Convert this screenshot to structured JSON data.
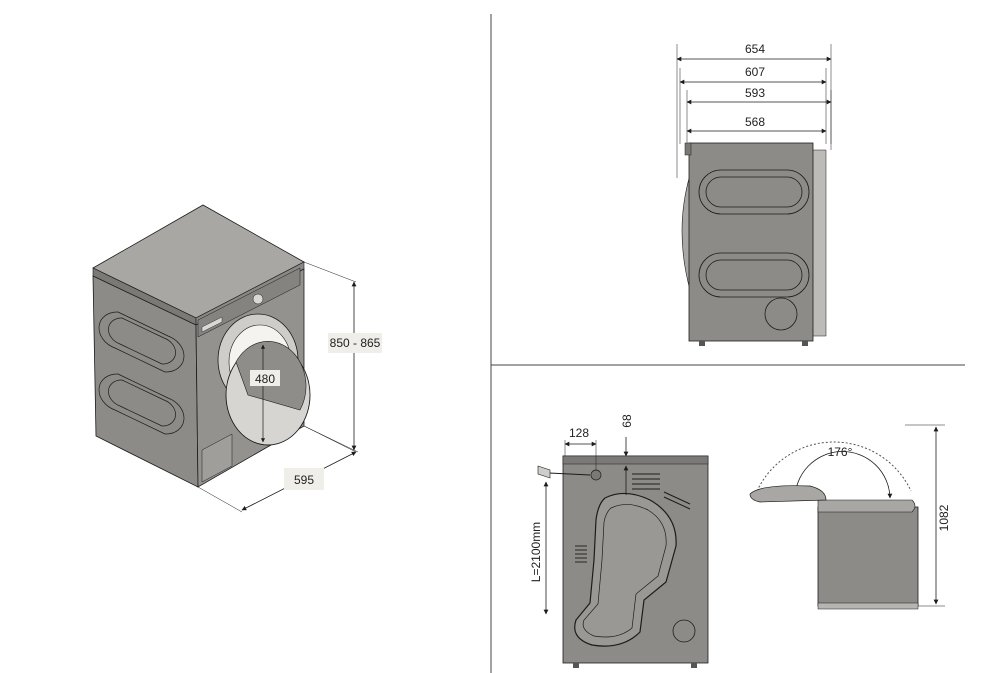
{
  "colors": {
    "body": "#8d8b88",
    "body_dark": "#6e6c69",
    "top": "#a9a7a4",
    "line": "#1c1c1c",
    "label_bg": "#efeee9"
  },
  "iso_view": {
    "height_label": "850 - 865",
    "width_label": "595",
    "door_label": "480"
  },
  "front_view": {
    "dims": [
      "654",
      "607",
      "593",
      "568"
    ]
  },
  "side_view": {
    "dim_128": "128",
    "dim_68": "68",
    "cable_label": "L=2100mm"
  },
  "top_view": {
    "angle_label": "176°",
    "height_label": "1082"
  }
}
